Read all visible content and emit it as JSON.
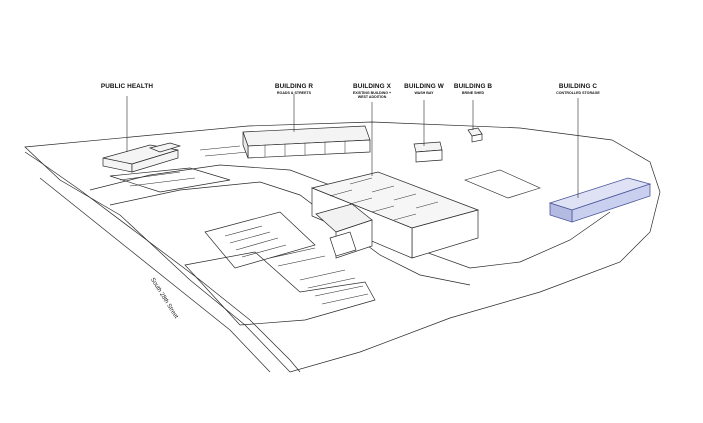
{
  "labels": {
    "public_health": {
      "title": "PUBLIC HEALTH",
      "subtitle": ""
    },
    "building_r": {
      "title": "BUILDING R",
      "subtitle": "ROADS & STREETS"
    },
    "building_x": {
      "title": "BUILDING X",
      "subtitle": "EXISTING BUILDING +",
      "subtitle2": "WEST ADDITION"
    },
    "building_w": {
      "title": "BUILDING W",
      "subtitle": "WASH BAY"
    },
    "building_b": {
      "title": "BUILDING B",
      "subtitle": "BRINE SHED"
    },
    "building_c": {
      "title": "BUILDING C",
      "subtitle": "CONTROLLED STORAGE"
    }
  },
  "street_label": "South 28th Street",
  "colors": {
    "line": "#2a2a2a",
    "highlight_fill": "#c9cfee",
    "highlight_stroke": "#4c559a",
    "ground": "#ffffff",
    "roof": "#f4f4f4"
  }
}
